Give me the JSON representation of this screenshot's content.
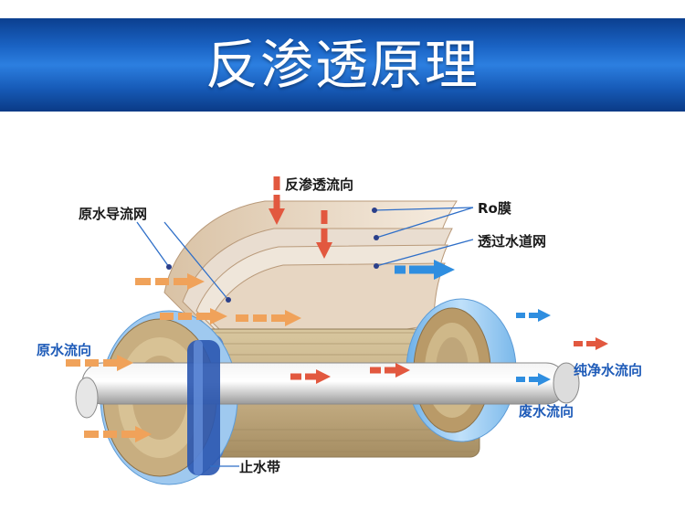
{
  "title": "反渗透原理",
  "labels": {
    "reverse_osmosis_direction": "反渗透流向",
    "raw_water_guide_mesh": "原水导流网",
    "ro_membrane": "Ro膜",
    "permeate_channel_mesh": "透过水道网",
    "raw_water_direction": "原水流向",
    "pure_water_direction": "纯净水流向",
    "waste_water_direction": "废水流向",
    "water_seal_band": "止水带"
  },
  "colors": {
    "banner": "#1a63c4",
    "orange_arrow": "#f0a25a",
    "red_arrow": "#e2583f",
    "blue_arrow": "#2f8ee0",
    "membrane": "#ecdcc6",
    "roll_wrap": "#cbb58a",
    "end_cap": "#8fc4ee",
    "label_text": "#1e5bb8"
  }
}
